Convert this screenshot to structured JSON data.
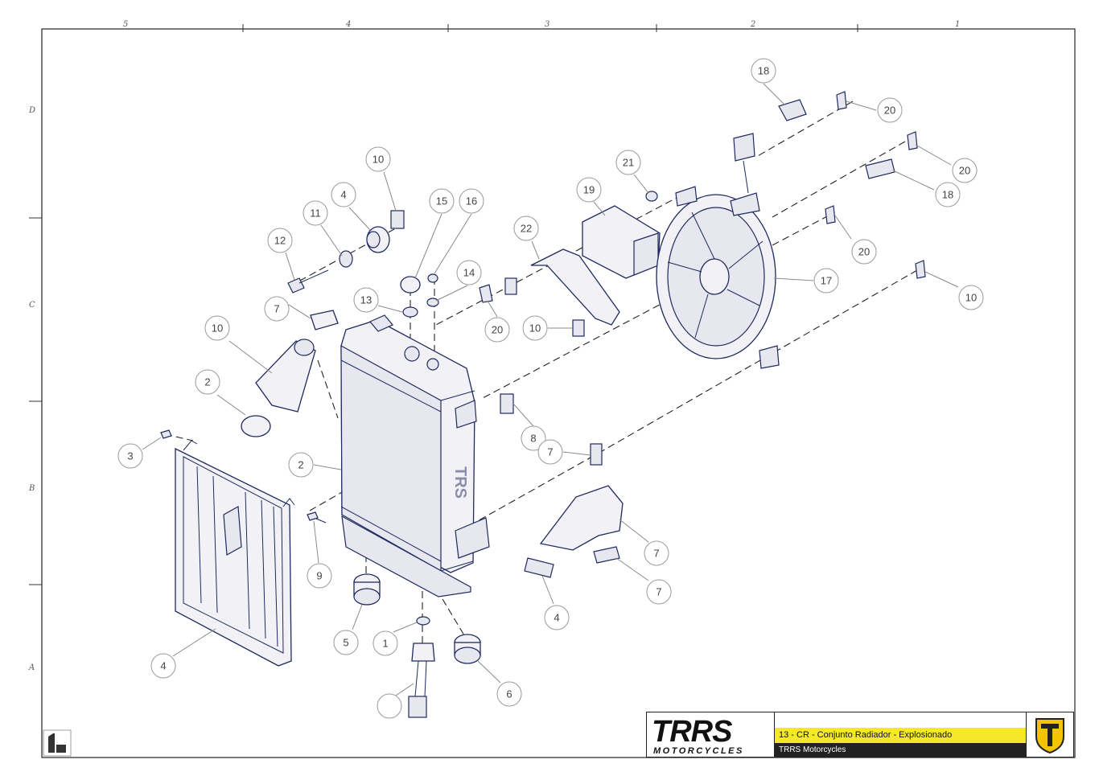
{
  "drawing": {
    "column_zones": [
      "5",
      "4",
      "3",
      "2",
      "1"
    ],
    "row_zones": [
      "D",
      "C",
      "B",
      "A"
    ],
    "balloons": [
      "18",
      "20",
      "20",
      "18",
      "10",
      "21",
      "19",
      "4",
      "11",
      "15",
      "16",
      "12",
      "22",
      "20",
      "14",
      "13",
      "7",
      "17",
      "20",
      "10",
      "10",
      "8",
      "7",
      "10",
      "2",
      "3",
      "2",
      "9",
      "7",
      "7",
      "4",
      "5",
      "1",
      "4",
      "6"
    ]
  },
  "title_block": {
    "logo_text": "TRRS",
    "logo_subtext": "MOTORCYCLES",
    "drawing_title": "13 - CR - Conjunto Radiador - Explosionado",
    "owner": "TRRS Motorcycles"
  },
  "colors": {
    "part_line": "#1f2a5e",
    "title_highlight": "#f5e82a",
    "emblem": "#f5c400"
  }
}
